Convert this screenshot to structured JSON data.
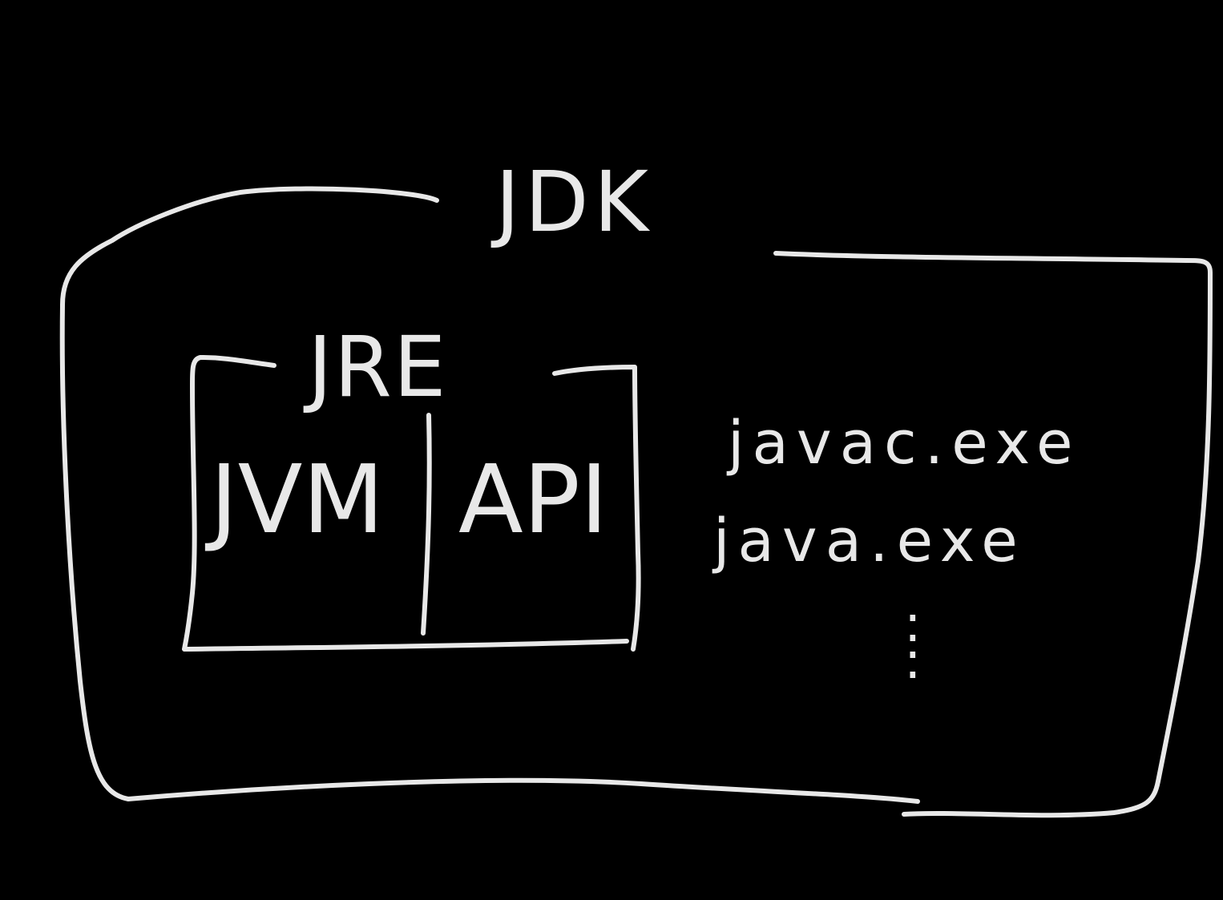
{
  "diagram": {
    "outer_label": "JDK",
    "inner_label": "JRE",
    "inner_parts": [
      "JVM",
      "API"
    ],
    "tools": [
      "javac.exe",
      "java.exe"
    ],
    "ellipsis": ":"
  },
  "colors": {
    "background": "#000000",
    "ink": "#e8e8e8"
  }
}
